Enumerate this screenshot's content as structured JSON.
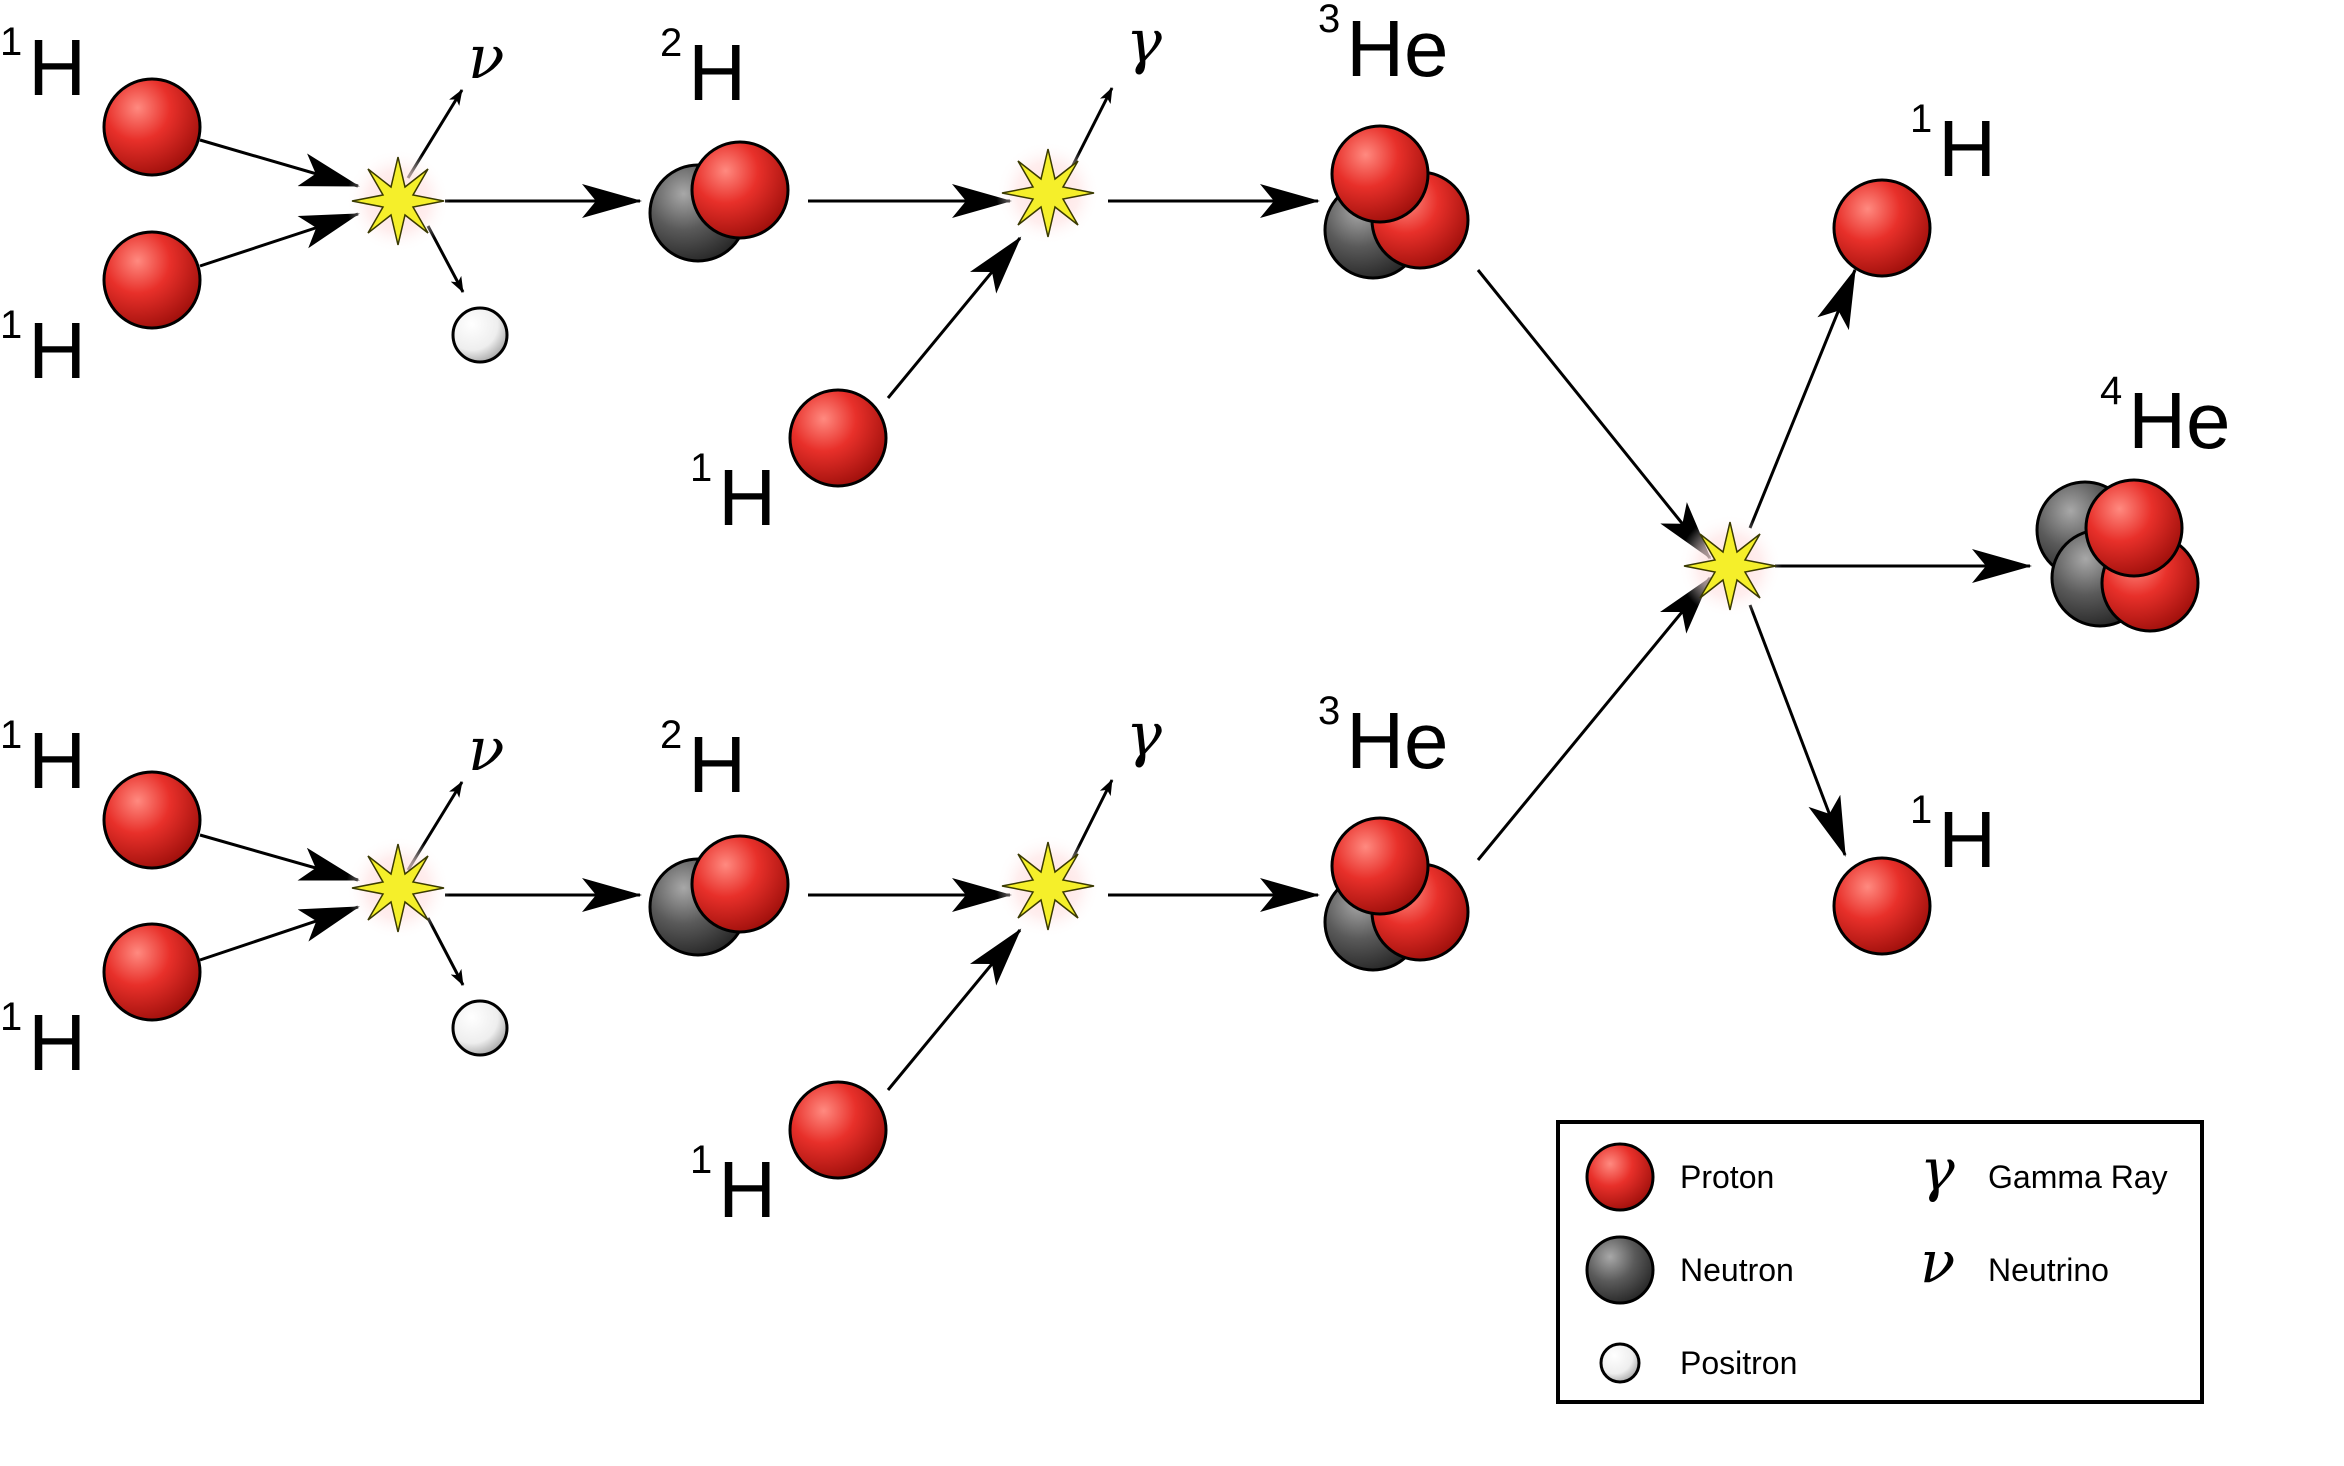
{
  "chain_top": {
    "p1": {
      "mass": "1",
      "symbol": "H"
    },
    "p2": {
      "mass": "1",
      "symbol": "H"
    },
    "neutrino": "ν",
    "deuterium": {
      "mass": "2",
      "symbol": "H"
    },
    "p3": {
      "mass": "1",
      "symbol": "H"
    },
    "gamma": "γ",
    "helium3": {
      "mass": "3",
      "symbol": "He"
    }
  },
  "chain_bottom": {
    "p1": {
      "mass": "1",
      "symbol": "H"
    },
    "p2": {
      "mass": "1",
      "symbol": "H"
    },
    "neutrino": "ν",
    "deuterium": {
      "mass": "2",
      "symbol": "H"
    },
    "p3": {
      "mass": "1",
      "symbol": "H"
    },
    "gamma": "γ",
    "helium3": {
      "mass": "3",
      "symbol": "He"
    }
  },
  "final": {
    "proton_up": {
      "mass": "1",
      "symbol": "H"
    },
    "proton_down": {
      "mass": "1",
      "symbol": "H"
    },
    "helium4": {
      "mass": "4",
      "symbol": "He"
    }
  },
  "legend": {
    "proton": "Proton",
    "neutron": "Neutron",
    "positron": "Positron",
    "gamma_symbol": "γ",
    "gamma": "Gamma Ray",
    "neutrino_symbol": "ν",
    "neutrino": "Neutrino"
  },
  "colors": {
    "proton": "#e8302a",
    "neutron": "#555555",
    "positron": "#f2f2f2",
    "flash": "#f5ef2a"
  }
}
